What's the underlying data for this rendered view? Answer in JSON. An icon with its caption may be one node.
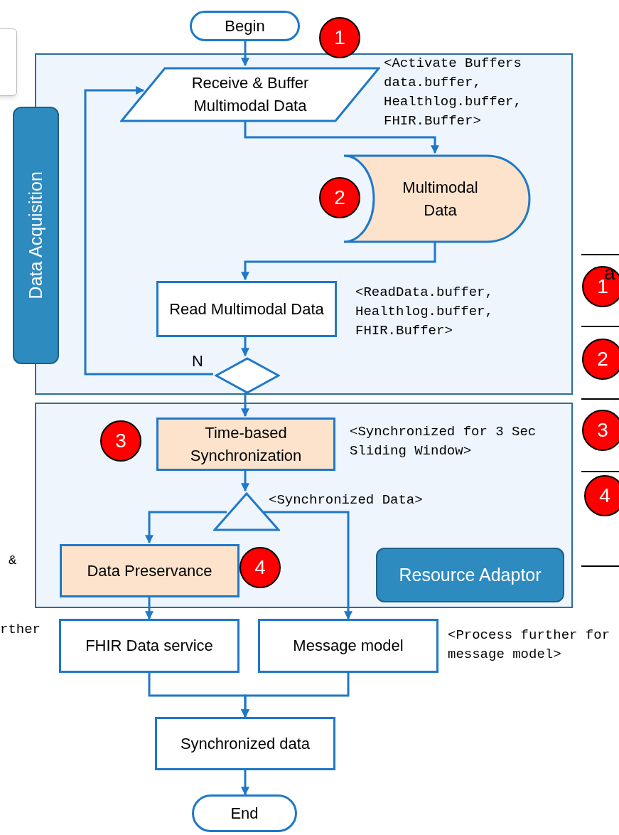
{
  "diagram": {
    "nodes": [
      {
        "text": [
          "Begin"
        ]
      },
      {
        "text": [],
        "shape": "box"
      },
      {
        "text": [
          "Data Acquisition"
        ]
      },
      {
        "text": [
          "Receive & Buffer Multimodal Data"
        ],
        "in": 1,
        "beside": [
          "<Activate Buffers data.buffer, Healthlog.buffer, FHIR.Buffer>"
        ]
      },
      {
        "text": [
          "Multimodal Data"
        ],
        "in": 1
      },
      {
        "text": [
          "Read Multimodal Data"
        ],
        "in": 1,
        "beside": [
          "<ReadData.buffer, Healthlog.buffer, FHIR.Buffer>"
        ]
      },
      {
        "text": [],
        "shape": "diamond",
        "in": 1
      },
      {
        "text": [],
        "shape": "box"
      },
      {
        "text": [
          "Time-based Synchronization"
        ],
        "in": 7,
        "beside": [
          "<Synchronized for 3 Sec Sliding Window>"
        ]
      },
      {
        "text": [],
        "shape": "triangle",
        "in": 7,
        "beside": [
          "<Synchronized Data>"
        ]
      },
      {
        "text": [
          "Data Preservance"
        ],
        "in": 7
      },
      {
        "text": [
          "Resource Adaptor"
        ],
        "in": 7
      },
      {
        "text": [
          "FHIR Data service"
        ]
      },
      {
        "text": [
          "Message model"
        ],
        "beside": [
          "<Process further for message model>"
        ]
      },
      {
        "text": [
          "Synchronized data"
        ]
      },
      {
        "text": [
          "End"
        ]
      },
      {
        "text": [],
        "shape": "box"
      }
    ],
    "edges": [
      {
        "from": 0,
        "to": 3,
        "arrow": "to"
      },
      {
        "from": 3,
        "to": 4,
        "arrow": "to"
      },
      {
        "from": 4,
        "to": 5,
        "arrow": "to"
      },
      {
        "from": 5,
        "to": 6,
        "arrow": "to"
      },
      {
        "from": 6,
        "to": 3,
        "arrow": "to",
        "label": "N"
      },
      {
        "from": 6,
        "to": 8,
        "arrow": "to"
      },
      {
        "from": 8,
        "to": 9,
        "arrow": "to"
      },
      {
        "from": 9,
        "to": 10,
        "arrow": "to"
      },
      {
        "from": 9,
        "to": 13,
        "arrow": "to"
      },
      {
        "from": 10,
        "to": 12,
        "arrow": "to"
      },
      {
        "from": 12,
        "to": 14,
        "arrow": "to"
      },
      {
        "from": 13,
        "to": 14,
        "arrow": "to"
      },
      {
        "from": 14,
        "to": 15,
        "arrow": "to"
      }
    ],
    "labels": [
      "1",
      "2",
      "3",
      "4",
      "1",
      "a",
      "2",
      "3",
      "4",
      "&",
      "rther"
    ]
  }
}
